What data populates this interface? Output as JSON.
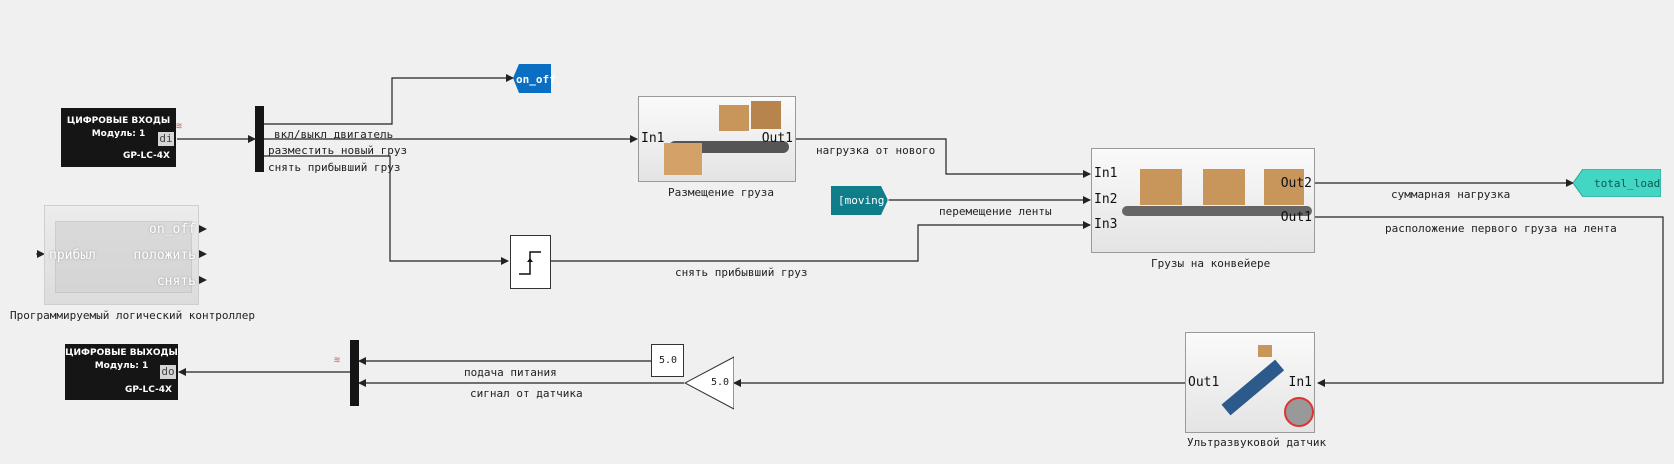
{
  "colors": {
    "line": "#222222",
    "block_dark": "#151515",
    "goto_blue": "#0a6fc2",
    "from_teal": "#0f7d8a",
    "goto_cyan": "#43d6c3",
    "box_brown": "#c8955b"
  },
  "blocks": {
    "di": {
      "title": "ЦИФРОВЫЕ ВХОДЫ",
      "module": "Модуль: 1",
      "port": "di",
      "model": "GP-LC-4X",
      "icon": "wifi-icon"
    },
    "do": {
      "title": "ЦИФРОВЫЕ ВЫХОДЫ",
      "module": "Модуль: 1",
      "port": "do",
      "model": "GP-LC-4X"
    },
    "on_off_tag": "on_off",
    "placement": {
      "in": "In1",
      "out": "Out1",
      "caption": "Размещение груза"
    },
    "conveyor": {
      "in1": "In1",
      "in2": "In2",
      "in3": "In3",
      "out2": "Out2",
      "out1": "Out1",
      "caption": "Грузы на конвейере"
    },
    "moving_tag": "[moving]",
    "total_load_tag": "total_load",
    "plc": {
      "out_on_off": "on_off",
      "in_arrived": "прибыл",
      "out_place": "положить",
      "out_remove": "снять",
      "caption": "Программируемый логический контроллер"
    },
    "sensor": {
      "out": "Out1",
      "in": "In1",
      "caption": "Ультразвуковой датчик"
    },
    "constant": "5.0",
    "gain": "5.0",
    "demux_icon": "wifi-icon",
    "mux_icon": "wifi-icon"
  },
  "signals": {
    "motor": "вкл/выкл двигатель",
    "place_new": "разместить новый груз",
    "remove_arrived": "снять прибывший груз",
    "load_new": "нагрузка от нового",
    "belt_move": "перемещение ленты",
    "total": "суммарная нагрузка",
    "first_pos": "расположение первого груза на лента",
    "remove_arrived2": "снять прибывший груз",
    "power": "подача питания",
    "sensor_signal": "сигнал от датчика"
  }
}
